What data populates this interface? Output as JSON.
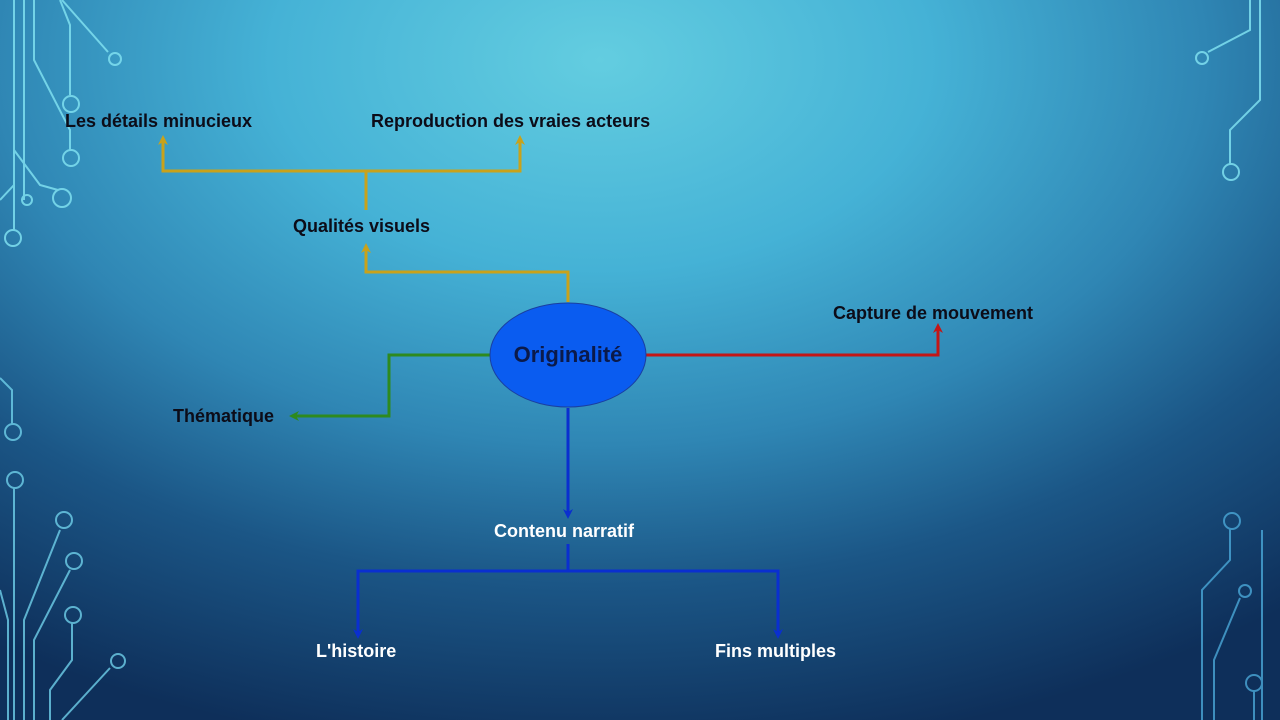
{
  "center": {
    "label": "Originalité",
    "fill": "#0a5cf0"
  },
  "nodes": {
    "qualites": "Qualités visuels",
    "details": "Les détails minucieux",
    "reproduction": "Reproduction des vraies acteurs",
    "capture": "Capture de mouvement",
    "thematique": "Thématique",
    "contenu": "Contenu narratif",
    "histoire": "L'histoire",
    "fins": "Fins multiples"
  },
  "colors": {
    "gold": "#c9a21a",
    "red": "#c41616",
    "green": "#2e8a1e",
    "blue": "#0a2fd0"
  }
}
